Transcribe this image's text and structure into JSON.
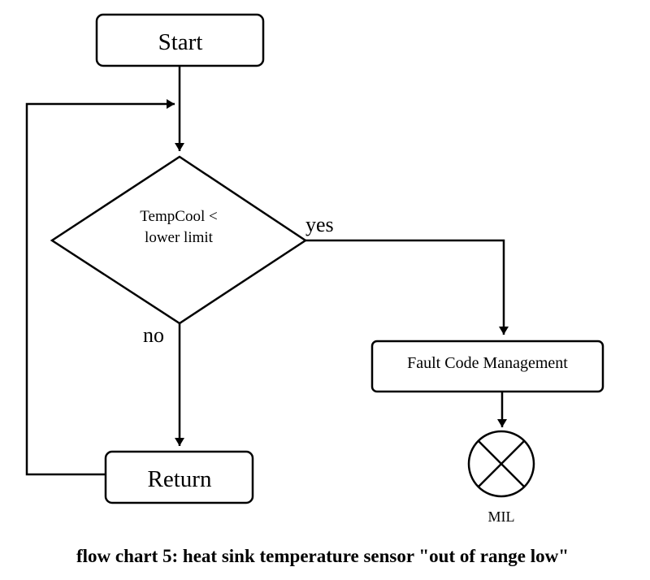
{
  "nodes": {
    "start": "Start",
    "decision_line1": "TempCool <",
    "decision_line2": "lower limit",
    "fault_code": "Fault Code Management",
    "return": "Return",
    "mil": "MIL"
  },
  "edges": {
    "yes": "yes",
    "no": "no"
  },
  "caption": "flow chart 5: heat sink temperature sensor \"out of range low\""
}
